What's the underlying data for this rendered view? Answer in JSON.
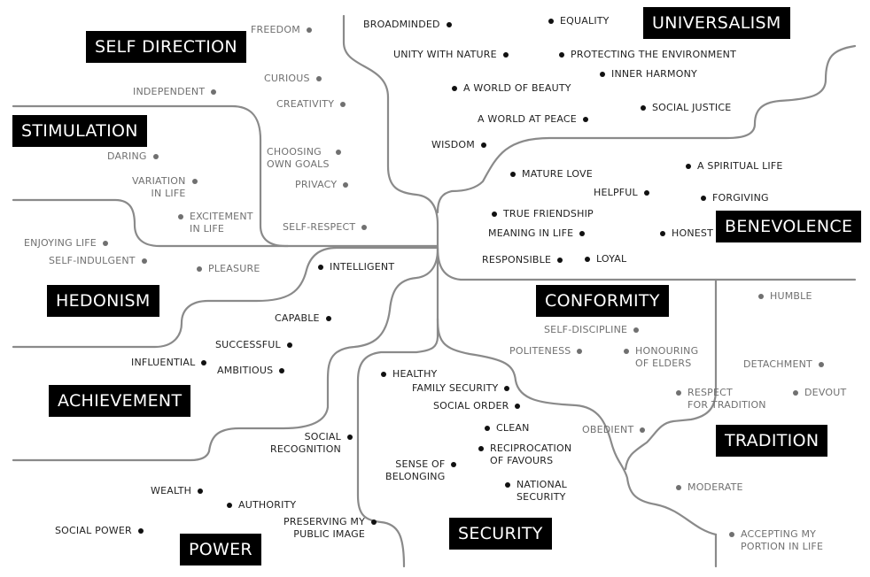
{
  "categories": {
    "universalism": "UNIVERSALISM",
    "self_direction": "SELF DIRECTION",
    "stimulation": "STIMULATION",
    "benevolence": "BENEVOLENCE",
    "hedonism": "HEDONISM",
    "conformity": "CONFORMITY",
    "achievement": "ACHIEVEMENT",
    "tradition": "TRADITION",
    "security": "SECURITY",
    "power": "POWER"
  },
  "values": {
    "freedom": "FREEDOM",
    "broadminded": "BROADMINDED",
    "equality": "EQUALITY",
    "unity_with_nature": "UNITY WITH NATURE",
    "protecting_environment": "PROTECTING THE ENVIRONMENT",
    "inner_harmony": "INNER HARMONY",
    "curious": "CURIOUS",
    "independent": "INDEPENDENT",
    "world_of_beauty": "A WORLD OF BEAUTY",
    "creativity": "CREATIVITY",
    "social_justice": "SOCIAL JUSTICE",
    "world_at_peace": "A WORLD AT PEACE",
    "wisdom": "WISDOM",
    "choosing_own_goals_1": "CHOOSING",
    "choosing_own_goals_2": "OWN GOALS",
    "daring": "DARING",
    "spiritual_life": "A SPIRITUAL LIFE",
    "mature_love": "MATURE LOVE",
    "privacy": "PRIVACY",
    "variation_1": "VARIATION",
    "variation_2": "IN LIFE",
    "helpful": "HELPFUL",
    "forgiving": "FORGIVING",
    "excitement_1": "EXCITEMENT",
    "excitement_2": "IN LIFE",
    "true_friendship": "TRUE FRIENDSHIP",
    "self_respect": "SELF-RESPECT",
    "meaning_in_life": "MEANING IN LIFE",
    "honest": "HONEST",
    "enjoying_life": "ENJOYING LIFE",
    "responsible": "RESPONSIBLE",
    "loyal": "LOYAL",
    "self_indulgent": "SELF-INDULGENT",
    "pleasure": "PLEASURE",
    "intelligent": "INTELLIGENT",
    "humble": "HUMBLE",
    "capable": "CAPABLE",
    "self_discipline": "SELF-DISCIPLINE",
    "successful": "SUCCESSFUL",
    "politeness": "POLITENESS",
    "honouring_1": "HONOURING",
    "honouring_2": "OF ELDERS",
    "influential": "INFLUENTIAL",
    "ambitious": "AMBITIOUS",
    "detachment": "DETACHMENT",
    "healthy": "HEALTHY",
    "family_security": "FAMILY SECURITY",
    "respect_tradition_1": "RESPECT",
    "respect_tradition_2": "FOR TRADITION",
    "devout": "DEVOUT",
    "social_order": "SOCIAL ORDER",
    "clean": "CLEAN",
    "obedient": "OBEDIENT",
    "social_recognition_1": "SOCIAL",
    "social_recognition_2": "RECOGNITION",
    "reciprocation_1": "RECIPROCATION",
    "reciprocation_2": "OF FAVOURS",
    "sense_belonging_1": "SENSE OF",
    "sense_belonging_2": "BELONGING",
    "national_security_1": "NATIONAL",
    "national_security_2": "SECURITY",
    "wealth": "WEALTH",
    "moderate": "MODERATE",
    "authority": "AUTHORITY",
    "preserving_image_1": "PRESERVING MY",
    "preserving_image_2": "PUBLIC IMAGE",
    "social_power": "SOCIAL POWER",
    "accepting_portion_1": "ACCEPTING MY",
    "accepting_portion_2": "PORTION IN LIFE"
  },
  "colors": {
    "line": "#8a8a8a",
    "box_bg": "#000000",
    "box_text": "#ffffff",
    "text": "#222222",
    "muted_text": "#707070"
  }
}
